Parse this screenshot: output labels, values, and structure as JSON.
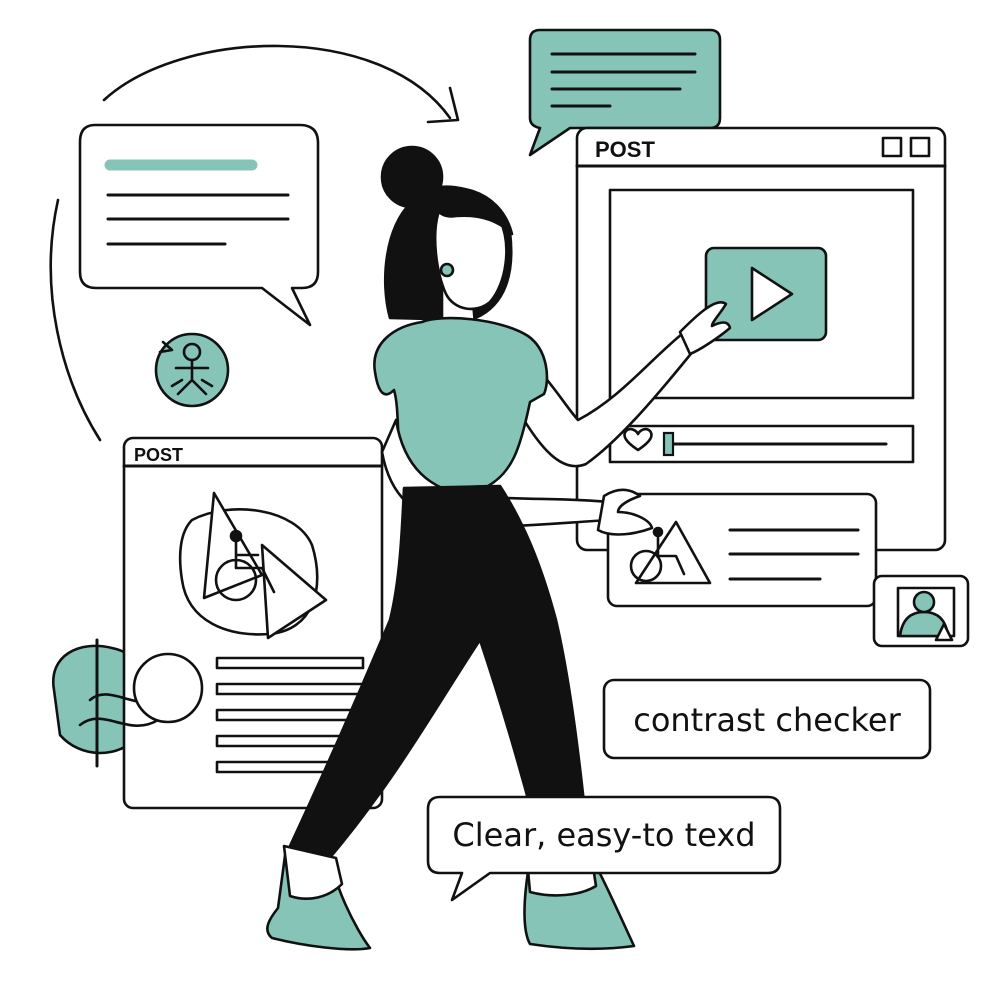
{
  "colors": {
    "accent": "#87c4b8",
    "ink": "#111111",
    "background": "#ffffff"
  },
  "post_main": {
    "title": "POST",
    "window_controls": [
      "square-icon",
      "square-icon"
    ],
    "media": "play-icon",
    "controls": [
      "heart-icon",
      "progress-slider"
    ]
  },
  "post_left": {
    "title": "POST",
    "media": [
      "wheelchair-accessibility-icon",
      "play-icon"
    ],
    "text_lines": 5
  },
  "captions": {
    "contrast_checker": "contrast checker",
    "readable_text": "Clear, easy-to texd"
  },
  "icons": [
    "speech-bubble-icon",
    "accessibility-person-icon",
    "wheelchair-icon",
    "user-image-icon",
    "circular-arrow-icon"
  ]
}
